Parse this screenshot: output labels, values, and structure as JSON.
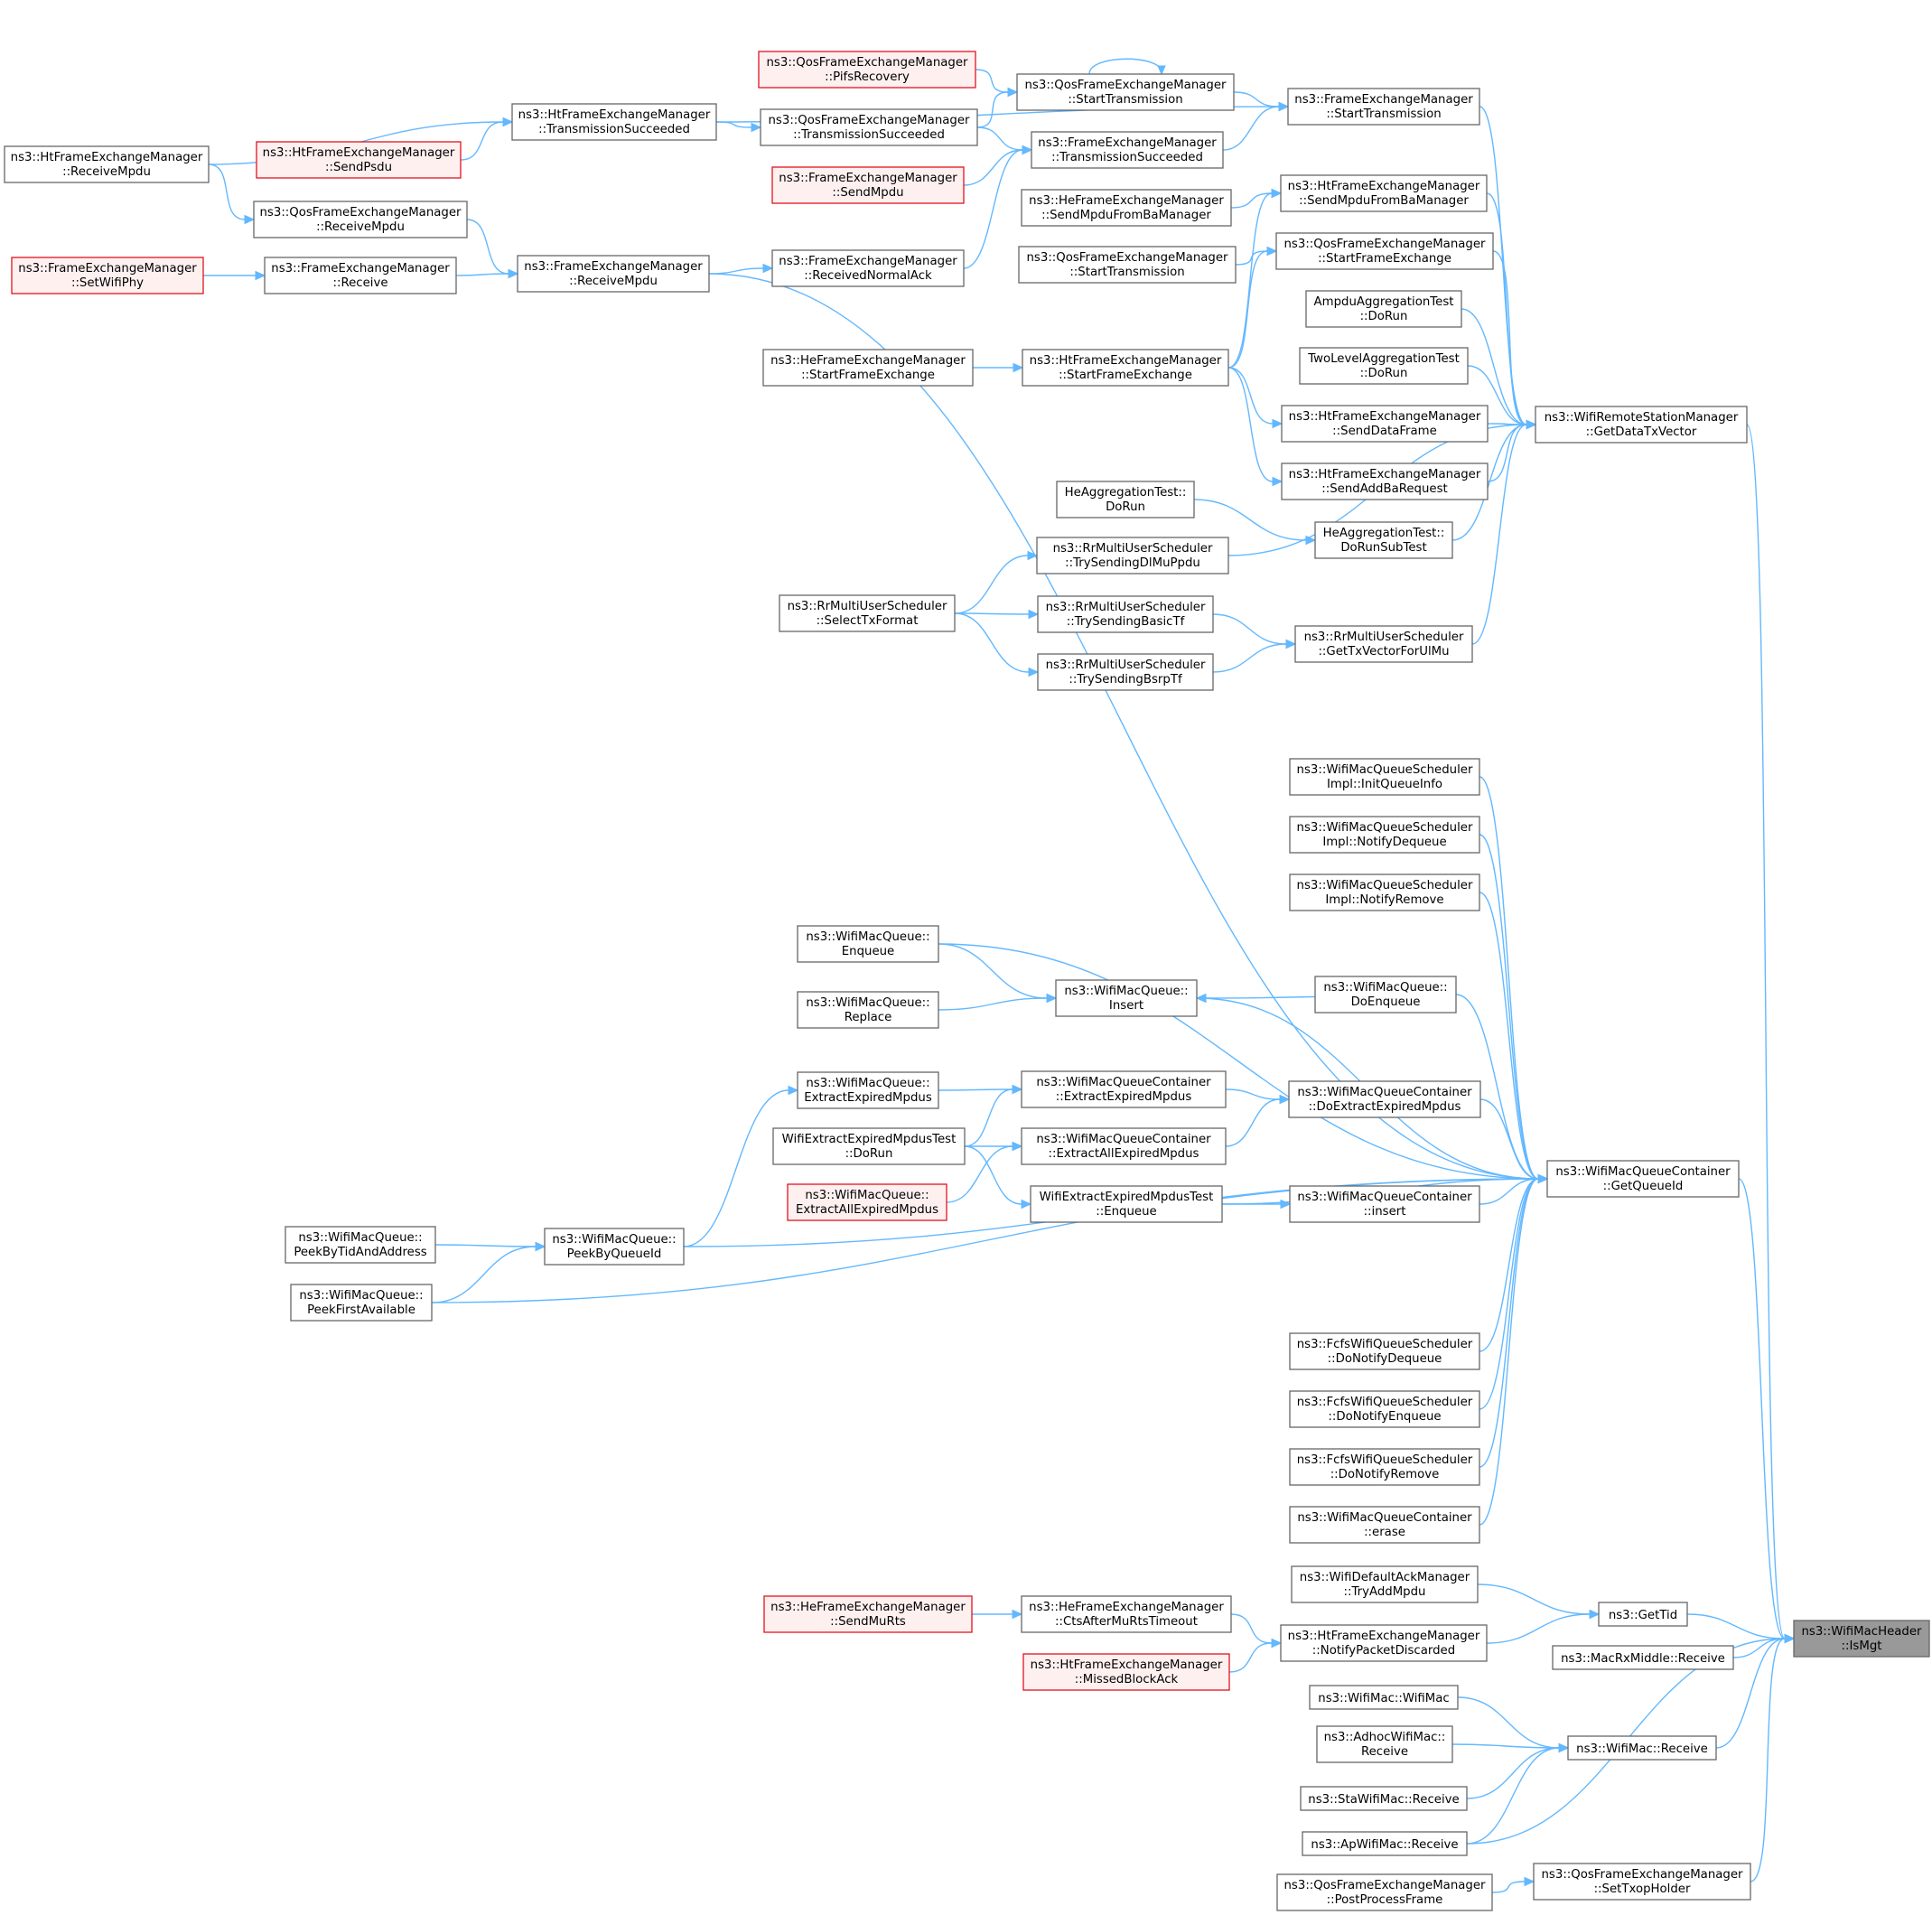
{
  "nodes": [
    {
      "id": "is_mgt",
      "line1": "ns3::WifiMacHeader",
      "line2": "::IsMgt",
      "style": "focus"
    },
    {
      "id": "get_data_tx",
      "line1": "ns3::WifiRemoteStationManager",
      "line2": "::GetDataTxVector",
      "style": "normal"
    },
    {
      "id": "fem_start_tx",
      "line1": "ns3::FrameExchangeManager",
      "line2": "::StartTransmission",
      "style": "normal"
    },
    {
      "id": "qos_start_tx",
      "line1": "ns3::QosFrameExchangeManager",
      "line2": "::StartTransmission",
      "style": "normal"
    },
    {
      "id": "qos_pifs",
      "line1": "ns3::QosFrameExchangeManager",
      "line2": "::PifsRecovery",
      "style": "red"
    },
    {
      "id": "ht_tx_succ",
      "line1": "ns3::HtFrameExchangeManager",
      "line2": "::TransmissionSucceeded",
      "style": "normal"
    },
    {
      "id": "qos_tx_succ",
      "line1": "ns3::QosFrameExchangeManager",
      "line2": "::TransmissionSucceeded",
      "style": "normal"
    },
    {
      "id": "fem_tx_succ",
      "line1": "ns3::FrameExchangeManager",
      "line2": "::TransmissionSucceeded",
      "style": "normal"
    },
    {
      "id": "ht_send_psdu",
      "line1": "ns3::HtFrameExchangeManager",
      "line2": "::SendPsdu",
      "style": "red"
    },
    {
      "id": "fem_send_mpdu",
      "line1": "ns3::FrameExchangeManager",
      "line2": "::SendMpdu",
      "style": "red"
    },
    {
      "id": "ht_recv_mpdu",
      "line1": "ns3::HtFrameExchangeManager",
      "line2": "::ReceiveMpdu",
      "style": "normal"
    },
    {
      "id": "qos_recv_mpdu",
      "line1": "ns3::QosFrameExchangeManager",
      "line2": "::ReceiveMpdu",
      "style": "normal"
    },
    {
      "id": "fem_set_phy",
      "line1": "ns3::FrameExchangeManager",
      "line2": "::SetWifiPhy",
      "style": "red"
    },
    {
      "id": "fem_receive",
      "line1": "ns3::FrameExchangeManager",
      "line2": "::Receive",
      "style": "normal"
    },
    {
      "id": "fem_recv_mpdu",
      "line1": "ns3::FrameExchangeManager",
      "line2": "::ReceiveMpdu",
      "style": "normal"
    },
    {
      "id": "fem_recv_ack",
      "line1": "ns3::FrameExchangeManager",
      "line2": "::ReceivedNormalAck",
      "style": "normal"
    },
    {
      "id": "he_send_ba",
      "line1": "ns3::HeFrameExchangeManager",
      "line2": "::SendMpduFromBaManager",
      "style": "normal"
    },
    {
      "id": "ht_send_ba",
      "line1": "ns3::HtFrameExchangeManager",
      "line2": "::SendMpduFromBaManager",
      "style": "normal"
    },
    {
      "id": "qos_start_tx2",
      "line1": "ns3::QosFrameExchangeManager",
      "line2": "::StartTransmission",
      "style": "normal"
    },
    {
      "id": "qos_start_fe",
      "line1": "ns3::QosFrameExchangeManager",
      "line2": "::StartFrameExchange",
      "style": "normal"
    },
    {
      "id": "ampdu_dorun",
      "line1": "AmpduAggregationTest",
      "line2": "::DoRun",
      "style": "normal"
    },
    {
      "id": "he_start_fe",
      "line1": "ns3::HeFrameExchangeManager",
      "line2": "::StartFrameExchange",
      "style": "normal"
    },
    {
      "id": "ht_start_fe",
      "line1": "ns3::HtFrameExchangeManager",
      "line2": "::StartFrameExchange",
      "style": "normal"
    },
    {
      "id": "twolevel_dorun",
      "line1": "TwoLevelAggregationTest",
      "line2": "::DoRun",
      "style": "normal"
    },
    {
      "id": "ht_send_data",
      "line1": "ns3::HtFrameExchangeManager",
      "line2": "::SendDataFrame",
      "style": "normal"
    },
    {
      "id": "ht_send_addba",
      "line1": "ns3::HtFrameExchangeManager",
      "line2": "::SendAddBaRequest",
      "style": "normal"
    },
    {
      "id": "heagg_dorun",
      "line1": "HeAggregationTest::",
      "line2": "DoRun",
      "style": "normal"
    },
    {
      "id": "heagg_subtest",
      "line1": "HeAggregationTest::",
      "line2": "DoRunSubTest",
      "style": "normal"
    },
    {
      "id": "rr_dl",
      "line1": "ns3::RrMultiUserScheduler",
      "line2": "::TrySendingDlMuPpdu",
      "style": "normal"
    },
    {
      "id": "rr_select",
      "line1": "ns3::RrMultiUserScheduler",
      "line2": "::SelectTxFormat",
      "style": "normal"
    },
    {
      "id": "rr_basic",
      "line1": "ns3::RrMultiUserScheduler",
      "line2": "::TrySendingBasicTf",
      "style": "normal"
    },
    {
      "id": "rr_gettx",
      "line1": "ns3::RrMultiUserScheduler",
      "line2": "::GetTxVectorForUlMu",
      "style": "normal"
    },
    {
      "id": "rr_bsrp",
      "line1": "ns3::RrMultiUserScheduler",
      "line2": "::TrySendingBsrpTf",
      "style": "normal"
    },
    {
      "id": "wmqs_init",
      "line1": "ns3::WifiMacQueueScheduler",
      "line2": "Impl::InitQueueInfo",
      "style": "normal"
    },
    {
      "id": "wmqs_deq",
      "line1": "ns3::WifiMacQueueScheduler",
      "line2": "Impl::NotifyDequeue",
      "style": "normal"
    },
    {
      "id": "wmqs_rem",
      "line1": "ns3::WifiMacQueueScheduler",
      "line2": "Impl::NotifyRemove",
      "style": "normal"
    },
    {
      "id": "wmq_enqueue",
      "line1": "ns3::WifiMacQueue::",
      "line2": "Enqueue",
      "style": "normal"
    },
    {
      "id": "wmq_insert",
      "line1": "ns3::WifiMacQueue::",
      "line2": "Insert",
      "style": "normal"
    },
    {
      "id": "wmq_doenq",
      "line1": "ns3::WifiMacQueue::",
      "line2": "DoEnqueue",
      "style": "normal"
    },
    {
      "id": "wmq_replace",
      "line1": "ns3::WifiMacQueue::",
      "line2": "Replace",
      "style": "normal"
    },
    {
      "id": "wmq_extract",
      "line1": "ns3::WifiMacQueue::",
      "line2": "ExtractExpiredMpdus",
      "style": "normal"
    },
    {
      "id": "wmqc_extract",
      "line1": "ns3::WifiMacQueueContainer",
      "line2": "::ExtractExpiredMpdus",
      "style": "normal"
    },
    {
      "id": "wmqc_doextract",
      "line1": "ns3::WifiMacQueueContainer",
      "line2": "::DoExtractExpiredMpdus",
      "style": "normal"
    },
    {
      "id": "weemt_dorun",
      "line1": "WifiExtractExpiredMpdusTest",
      "line2": "::DoRun",
      "style": "normal"
    },
    {
      "id": "wmqc_extractall",
      "line1": "ns3::WifiMacQueueContainer",
      "line2": "::ExtractAllExpiredMpdus",
      "style": "normal"
    },
    {
      "id": "wmqc_getqid",
      "line1": "ns3::WifiMacQueueContainer",
      "line2": "::GetQueueId",
      "style": "normal"
    },
    {
      "id": "wmq_extractall",
      "line1": "ns3::WifiMacQueue::",
      "line2": "ExtractAllExpiredMpdus",
      "style": "red"
    },
    {
      "id": "weemt_enqueue",
      "line1": "WifiExtractExpiredMpdusTest",
      "line2": "::Enqueue",
      "style": "normal"
    },
    {
      "id": "wmqc_insert",
      "line1": "ns3::WifiMacQueueContainer",
      "line2": "::insert",
      "style": "normal"
    },
    {
      "id": "wmq_peektid",
      "line1": "ns3::WifiMacQueue::",
      "line2": "PeekByTidAndAddress",
      "style": "normal"
    },
    {
      "id": "wmq_peekqid",
      "line1": "ns3::WifiMacQueue::",
      "line2": "PeekByQueueId",
      "style": "normal"
    },
    {
      "id": "wmq_peekfirst",
      "line1": "ns3::WifiMacQueue::",
      "line2": "PeekFirstAvailable",
      "style": "normal"
    },
    {
      "id": "fcfs_deq",
      "line1": "ns3::FcfsWifiQueueScheduler",
      "line2": "::DoNotifyDequeue",
      "style": "normal"
    },
    {
      "id": "fcfs_enq",
      "line1": "ns3::FcfsWifiQueueScheduler",
      "line2": "::DoNotifyEnqueue",
      "style": "normal"
    },
    {
      "id": "fcfs_rem",
      "line1": "ns3::FcfsWifiQueueScheduler",
      "line2": "::DoNotifyRemove",
      "style": "normal"
    },
    {
      "id": "wmqc_erase",
      "line1": "ns3::WifiMacQueueContainer",
      "line2": "::erase",
      "style": "normal"
    },
    {
      "id": "wdam_tryadd",
      "line1": "ns3::WifiDefaultAckManager",
      "line2": "::TryAddMpdu",
      "style": "normal"
    },
    {
      "id": "get_tid",
      "line1": "ns3::GetTid",
      "line2": "",
      "style": "normal"
    },
    {
      "id": "he_send_murts",
      "line1": "ns3::HeFrameExchangeManager",
      "line2": "::SendMuRts",
      "style": "red"
    },
    {
      "id": "he_cts_timeout",
      "line1": "ns3::HeFrameExchangeManager",
      "line2": "::CtsAfterMuRtsTimeout",
      "style": "normal"
    },
    {
      "id": "ht_notify_disc",
      "line1": "ns3::HtFrameExchangeManager",
      "line2": "::NotifyPacketDiscarded",
      "style": "normal"
    },
    {
      "id": "ht_missed_ba",
      "line1": "ns3::HtFrameExchangeManager",
      "line2": "::MissedBlockAck",
      "style": "red"
    },
    {
      "id": "macrx_receive",
      "line1": "ns3::MacRxMiddle::Receive",
      "line2": "",
      "style": "normal"
    },
    {
      "id": "wifimac_ctor",
      "line1": "ns3::WifiMac::WifiMac",
      "line2": "",
      "style": "normal"
    },
    {
      "id": "adhoc_receive",
      "line1": "ns3::AdhocWifiMac::",
      "line2": "Receive",
      "style": "normal"
    },
    {
      "id": "wifimac_receive",
      "line1": "ns3::WifiMac::Receive",
      "line2": "",
      "style": "normal"
    },
    {
      "id": "sta_receive",
      "line1": "ns3::StaWifiMac::Receive",
      "line2": "",
      "style": "normal"
    },
    {
      "id": "ap_receive",
      "line1": "ns3::ApWifiMac::Receive",
      "line2": "",
      "style": "normal"
    },
    {
      "id": "qos_postprocess",
      "line1": "ns3::QosFrameExchangeManager",
      "line2": "::PostProcessFrame",
      "style": "normal"
    },
    {
      "id": "qos_settxop",
      "line1": "ns3::QosFrameExchangeManager",
      "line2": "::SetTxopHolder",
      "style": "normal"
    }
  ],
  "edges": [
    [
      "get_data_tx",
      "is_mgt"
    ],
    [
      "wmqc_getqid",
      "is_mgt"
    ],
    [
      "get_tid",
      "is_mgt"
    ],
    [
      "macrx_receive",
      "is_mgt"
    ],
    [
      "wifimac_receive",
      "is_mgt"
    ],
    [
      "ap_receive",
      "is_mgt"
    ],
    [
      "qos_settxop",
      "is_mgt"
    ],
    [
      "fem_start_tx",
      "get_data_tx"
    ],
    [
      "ht_send_ba",
      "get_data_tx"
    ],
    [
      "qos_start_fe",
      "get_data_tx"
    ],
    [
      "ampdu_dorun",
      "get_data_tx"
    ],
    [
      "twolevel_dorun",
      "get_data_tx"
    ],
    [
      "ht_send_data",
      "get_data_tx"
    ],
    [
      "ht_send_addba",
      "get_data_tx"
    ],
    [
      "heagg_subtest",
      "get_data_tx"
    ],
    [
      "rr_dl",
      "get_data_tx"
    ],
    [
      "rr_gettx",
      "get_data_tx"
    ],
    [
      "qos_start_tx",
      "fem_start_tx"
    ],
    [
      "fem_tx_succ",
      "fem_start_tx"
    ],
    [
      "ht_tx_succ",
      "fem_start_tx"
    ],
    [
      "qos_pifs",
      "qos_start_tx"
    ],
    [
      "qos_tx_succ",
      "qos_start_tx"
    ],
    [
      "qos_start_tx",
      "qos_start_tx"
    ],
    [
      "ht_tx_succ",
      "qos_tx_succ"
    ],
    [
      "qos_tx_succ",
      "fem_tx_succ"
    ],
    [
      "fem_send_mpdu",
      "fem_tx_succ"
    ],
    [
      "fem_recv_ack",
      "fem_tx_succ"
    ],
    [
      "ht_send_psdu",
      "ht_tx_succ"
    ],
    [
      "ht_recv_mpdu",
      "ht_tx_succ"
    ],
    [
      "ht_recv_mpdu",
      "qos_recv_mpdu"
    ],
    [
      "qos_recv_mpdu",
      "fem_recv_mpdu"
    ],
    [
      "fem_receive",
      "fem_recv_mpdu"
    ],
    [
      "fem_set_phy",
      "fem_receive"
    ],
    [
      "fem_recv_mpdu",
      "fem_recv_ack"
    ],
    [
      "fem_recv_mpdu",
      "wmqc_getqid"
    ],
    [
      "he_send_ba",
      "ht_send_ba"
    ],
    [
      "ht_start_fe",
      "ht_send_ba"
    ],
    [
      "qos_start_tx2",
      "qos_start_fe"
    ],
    [
      "ht_start_fe",
      "qos_start_fe"
    ],
    [
      "he_start_fe",
      "ht_start_fe"
    ],
    [
      "ht_start_fe",
      "ht_send_data"
    ],
    [
      "ht_start_fe",
      "ht_send_addba"
    ],
    [
      "heagg_dorun",
      "heagg_subtest"
    ],
    [
      "rr_select",
      "rr_dl"
    ],
    [
      "rr_select",
      "rr_basic"
    ],
    [
      "rr_select",
      "rr_bsrp"
    ],
    [
      "rr_basic",
      "rr_gettx"
    ],
    [
      "rr_bsrp",
      "rr_gettx"
    ],
    [
      "wmqs_init",
      "wmqc_getqid"
    ],
    [
      "wmqs_deq",
      "wmqc_getqid"
    ],
    [
      "wmqs_rem",
      "wmqc_getqid"
    ],
    [
      "wmq_enqueue",
      "wmqc_getqid"
    ],
    [
      "wmq_insert",
      "wmqc_getqid"
    ],
    [
      "wmq_doenq",
      "wmqc_getqid"
    ],
    [
      "wmqc_doextract",
      "wmqc_getqid"
    ],
    [
      "weemt_enqueue",
      "wmqc_getqid"
    ],
    [
      "wmqc_insert",
      "wmqc_getqid"
    ],
    [
      "wmq_peekqid",
      "wmqc_getqid"
    ],
    [
      "wmq_peekfirst",
      "wmqc_getqid"
    ],
    [
      "fcfs_deq",
      "wmqc_getqid"
    ],
    [
      "fcfs_enq",
      "wmqc_getqid"
    ],
    [
      "fcfs_rem",
      "wmqc_getqid"
    ],
    [
      "wmqc_erase",
      "wmqc_getqid"
    ],
    [
      "wmq_enqueue",
      "wmq_insert"
    ],
    [
      "wmq_replace",
      "wmq_insert"
    ],
    [
      "wmq_doenq",
      "wmq_insert"
    ],
    [
      "wmq_extract",
      "wmqc_extract"
    ],
    [
      "weemt_dorun",
      "wmqc_extract"
    ],
    [
      "wmqc_extract",
      "wmqc_doextract"
    ],
    [
      "wmqc_extractall",
      "wmqc_doextract"
    ],
    [
      "weemt_dorun",
      "wmqc_extractall"
    ],
    [
      "wmq_extractall",
      "wmqc_extractall"
    ],
    [
      "weemt_dorun",
      "weemt_enqueue"
    ],
    [
      "weemt_enqueue",
      "wmqc_insert"
    ],
    [
      "wmq_peekqid",
      "wmq_extract"
    ],
    [
      "wmq_peektid",
      "wmq_peekqid"
    ],
    [
      "wmq_peekfirst",
      "wmq_peekqid"
    ],
    [
      "wdam_tryadd",
      "get_tid"
    ],
    [
      "ht_notify_disc",
      "get_tid"
    ],
    [
      "he_send_murts",
      "he_cts_timeout"
    ],
    [
      "he_cts_timeout",
      "ht_notify_disc"
    ],
    [
      "ht_missed_ba",
      "ht_notify_disc"
    ],
    [
      "wifimac_ctor",
      "wifimac_receive"
    ],
    [
      "adhoc_receive",
      "wifimac_receive"
    ],
    [
      "sta_receive",
      "wifimac_receive"
    ],
    [
      "ap_receive",
      "wifimac_receive"
    ],
    [
      "qos_postprocess",
      "qos_settxop"
    ]
  ]
}
